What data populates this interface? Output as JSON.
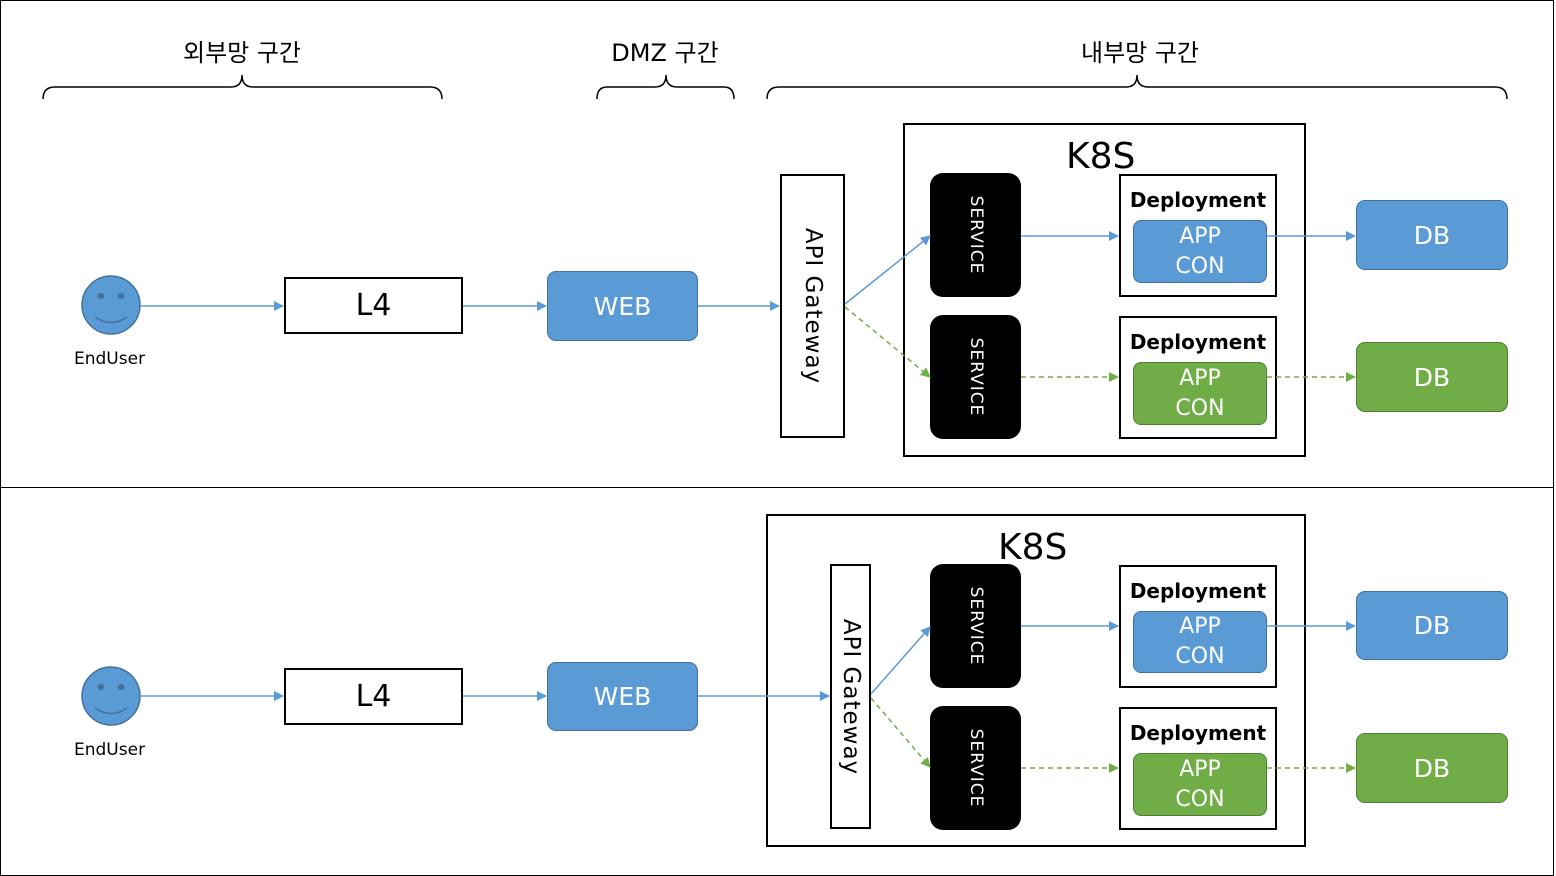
{
  "zones": {
    "external": "외부망 구간",
    "dmz": "DMZ 구간",
    "internal": "내부망 구간"
  },
  "top": {
    "enduser_label": "EndUser",
    "l4_label": "L4",
    "web_label": "WEB",
    "api_label": "API Gateway",
    "k8s_label": "K8S",
    "service_1": "SERVICE",
    "service_2": "SERVICE",
    "deployment_1": "Deployment",
    "deployment_2": "Deployment",
    "app_1": [
      "APP",
      "CON"
    ],
    "app_2": [
      "APP",
      "CON"
    ],
    "db_1": "DB",
    "db_2": "DB"
  },
  "bottom": {
    "enduser_label": "EndUser",
    "l4_label": "L4",
    "web_label": "WEB",
    "api_label": "API Gateway",
    "k8s_label": "K8S",
    "service_1": "SERVICE",
    "service_2": "SERVICE",
    "deployment_1": "Deployment",
    "deployment_2": "Deployment",
    "app_1": [
      "APP",
      "CON"
    ],
    "app_2": [
      "APP",
      "CON"
    ],
    "db_1": "DB",
    "db_2": "DB"
  },
  "colors": {
    "blue": "#5b9bd5",
    "green": "#70ad47",
    "service": "#000000"
  }
}
